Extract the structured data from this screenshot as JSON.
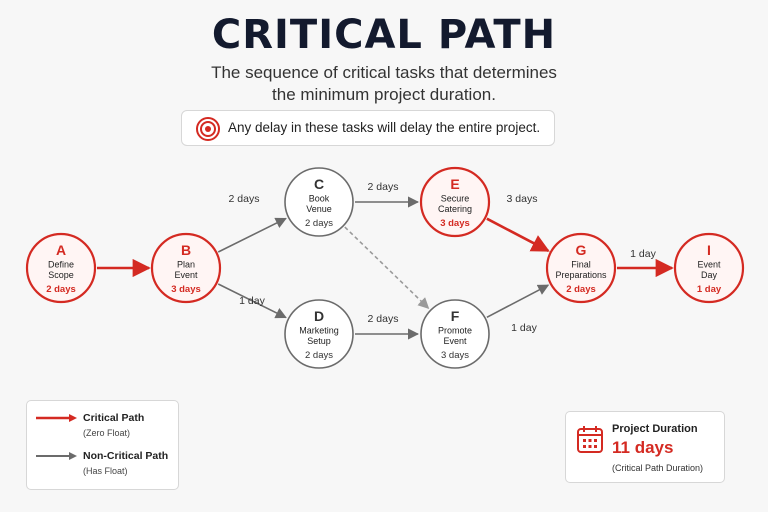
{
  "title": "CRITICAL PATH",
  "subtitle": {
    "line1": "The sequence of critical tasks that determines",
    "line2": "the minimum project duration."
  },
  "banner": {
    "icon": "target-icon",
    "text": "Any delay in these tasks will delay the entire project."
  },
  "colors": {
    "critical": "#d42a22",
    "non_critical": "#6b6b6b",
    "title": "#131a2e"
  },
  "nodes": [
    {
      "id": "A",
      "name": [
        "Define",
        "Scope"
      ],
      "duration": "2 days",
      "critical": true
    },
    {
      "id": "B",
      "name": [
        "Plan",
        "Event"
      ],
      "duration": "3 days",
      "critical": true
    },
    {
      "id": "C",
      "name": [
        "Book",
        "Venue"
      ],
      "duration": "2 days",
      "critical": false
    },
    {
      "id": "D",
      "name": [
        "Marketing",
        "Setup"
      ],
      "duration": "2 days",
      "critical": false
    },
    {
      "id": "E",
      "name": [
        "Secure",
        "Catering"
      ],
      "duration": "3 days",
      "critical": true
    },
    {
      "id": "F",
      "name": [
        "Promote",
        "Event"
      ],
      "duration": "3 days",
      "critical": false
    },
    {
      "id": "G",
      "name": [
        "Final",
        "Preparations"
      ],
      "duration": "2 days",
      "critical": true
    },
    {
      "id": "I",
      "name": [
        "Event",
        "Day"
      ],
      "duration": "1 day",
      "critical": true
    }
  ],
  "edges": [
    {
      "from": "A",
      "to": "B",
      "label": "",
      "critical": true,
      "dashed": false
    },
    {
      "from": "B",
      "to": "C",
      "label": "2 days",
      "critical": false,
      "dashed": false
    },
    {
      "from": "B",
      "to": "D",
      "label": "1 day",
      "critical": false,
      "dashed": false
    },
    {
      "from": "C",
      "to": "E",
      "label": "2 days",
      "critical": false,
      "dashed": false
    },
    {
      "from": "C",
      "to": "F",
      "label": "",
      "critical": false,
      "dashed": true
    },
    {
      "from": "D",
      "to": "F",
      "label": "2 days",
      "critical": false,
      "dashed": false
    },
    {
      "from": "E",
      "to": "G",
      "label": "3 days",
      "critical": true,
      "dashed": false
    },
    {
      "from": "F",
      "to": "G",
      "label": "1 day",
      "critical": false,
      "dashed": false
    },
    {
      "from": "G",
      "to": "I",
      "label": "1 day",
      "critical": true,
      "dashed": false
    }
  ],
  "legend": {
    "critical_label": "Critical Path",
    "critical_sub": "(Zero Float)",
    "noncritical_label": "Non-Critical Path",
    "noncritical_sub": "(Has Float)"
  },
  "project_duration": {
    "icon": "calendar-icon",
    "heading": "Project Duration",
    "value": "11 days",
    "note": "(Critical Path Duration)"
  }
}
